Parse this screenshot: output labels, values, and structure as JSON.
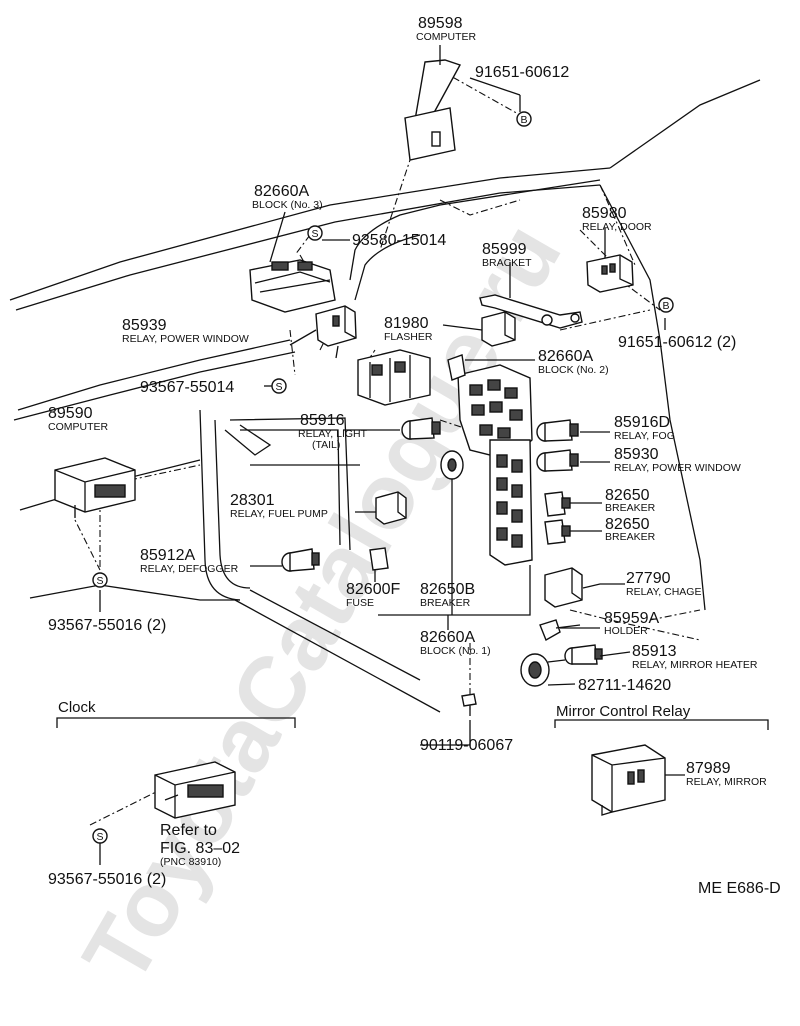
{
  "watermark": "ToyotaCatalogue.ru",
  "figure_code": "ME E686-D",
  "sections": {
    "clock": "Clock",
    "mirror_control_relay": "Mirror Control Relay"
  },
  "refer": {
    "line1": "Refer to",
    "line2": "FIG. 83–02",
    "line3": "(PNC 83910)"
  },
  "symbols": {
    "s": "S",
    "b": "B"
  },
  "parts": [
    {
      "id": "89598",
      "number": "89598",
      "desc": "COMPUTER"
    },
    {
      "id": "91651-60612-top",
      "number": "91651-60612",
      "desc": ""
    },
    {
      "id": "82660A-3",
      "number": "82660A",
      "desc": "BLOCK (No. 3)"
    },
    {
      "id": "93580-15014",
      "number": "93580-15014",
      "desc": ""
    },
    {
      "id": "85980",
      "number": "85980",
      "desc": "RELAY, DOOR"
    },
    {
      "id": "85999",
      "number": "85999",
      "desc": "BRACKET"
    },
    {
      "id": "85939",
      "number": "85939",
      "desc": "RELAY, POWER WINDOW"
    },
    {
      "id": "81980",
      "number": "81980",
      "desc": "FLASHER"
    },
    {
      "id": "91651-60612-2",
      "number": "91651-60612 (2)",
      "desc": ""
    },
    {
      "id": "82660A-2",
      "number": "82660A",
      "desc": "BLOCK (No. 2)"
    },
    {
      "id": "93567-55014",
      "number": "93567-55014",
      "desc": ""
    },
    {
      "id": "89590",
      "number": "89590",
      "desc": "COMPUTER"
    },
    {
      "id": "85916",
      "number": "85916",
      "desc": "RELAY, LIGHT",
      "desc2": "(TAIL)"
    },
    {
      "id": "85916D",
      "number": "85916D",
      "desc": "RELAY, FOG"
    },
    {
      "id": "85930",
      "number": "85930",
      "desc": "RELAY, POWER WINDOW"
    },
    {
      "id": "28301",
      "number": "28301",
      "desc": "RELAY, FUEL PUMP"
    },
    {
      "id": "82650-a",
      "number": "82650",
      "desc": "BREAKER"
    },
    {
      "id": "82650-b",
      "number": "82650",
      "desc": "BREAKER"
    },
    {
      "id": "85912A",
      "number": "85912A",
      "desc": "RELAY, DEFOGGER"
    },
    {
      "id": "27790",
      "number": "27790",
      "desc": "RELAY, CHAGE"
    },
    {
      "id": "82600F",
      "number": "82600F",
      "desc": "FUSE"
    },
    {
      "id": "82650B",
      "number": "82650B",
      "desc": "BREAKER"
    },
    {
      "id": "93567-55016-top",
      "number": "93567-55016 (2)",
      "desc": ""
    },
    {
      "id": "85959A",
      "number": "85959A",
      "desc": "HOLDER"
    },
    {
      "id": "82660A-1",
      "number": "82660A",
      "desc": "BLOCK (No. 1)"
    },
    {
      "id": "85913",
      "number": "85913",
      "desc": "RELAY, MIRROR HEATER"
    },
    {
      "id": "82711-14620",
      "number": "82711-14620",
      "desc": ""
    },
    {
      "id": "90119-06067",
      "number": "90119-06067",
      "desc": ""
    },
    {
      "id": "87989",
      "number": "87989",
      "desc": "RELAY, MIRROR"
    },
    {
      "id": "93567-55016-bottom",
      "number": "93567-55016 (2)",
      "desc": ""
    }
  ]
}
